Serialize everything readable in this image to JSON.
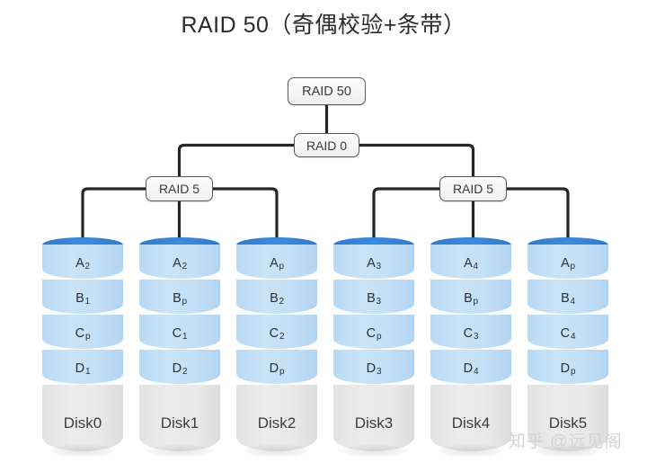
{
  "title": "RAID 50（奇偶校验+条带）",
  "nodes": {
    "root": "RAID 50",
    "stripe": "RAID 0",
    "group_left": "RAID 5",
    "group_right": "RAID 5"
  },
  "disks": [
    {
      "name": "Disk0",
      "blocks": [
        {
          "text": "A2",
          "base": "A",
          "sub": "2"
        },
        {
          "text": "B1",
          "base": "B",
          "sub": "1"
        },
        {
          "text": "Cp",
          "base": "C",
          "sub": "p"
        },
        {
          "text": "D1",
          "base": "D",
          "sub": "1"
        }
      ]
    },
    {
      "name": "Disk1",
      "blocks": [
        {
          "text": "A2",
          "base": "A",
          "sub": "2"
        },
        {
          "text": "Bp",
          "base": "B",
          "sub": "p"
        },
        {
          "text": "C1",
          "base": "C",
          "sub": "1"
        },
        {
          "text": "D2",
          "base": "D",
          "sub": "2"
        }
      ]
    },
    {
      "name": "Disk2",
      "blocks": [
        {
          "text": "Ap",
          "base": "A",
          "sub": "p"
        },
        {
          "text": "B2",
          "base": "B",
          "sub": "2"
        },
        {
          "text": "C2",
          "base": "C",
          "sub": "2"
        },
        {
          "text": "Dp",
          "base": "D",
          "sub": "p"
        }
      ]
    },
    {
      "name": "Disk3",
      "blocks": [
        {
          "text": "A3",
          "base": "A",
          "sub": "3"
        },
        {
          "text": "B3",
          "base": "B",
          "sub": "3"
        },
        {
          "text": "Cp",
          "base": "C",
          "sub": "p"
        },
        {
          "text": "D3",
          "base": "D",
          "sub": "3"
        }
      ]
    },
    {
      "name": "Disk4",
      "blocks": [
        {
          "text": "A4",
          "base": "A",
          "sub": "4"
        },
        {
          "text": "Bp",
          "base": "B",
          "sub": "p"
        },
        {
          "text": "C3",
          "base": "C",
          "sub": "3"
        },
        {
          "text": "D4",
          "base": "D",
          "sub": "4"
        }
      ]
    },
    {
      "name": "Disk5",
      "blocks": [
        {
          "text": "Ap",
          "base": "A",
          "sub": "p"
        },
        {
          "text": "B4",
          "base": "B",
          "sub": "4"
        },
        {
          "text": "C4",
          "base": "C",
          "sub": "4"
        },
        {
          "text": "Dp",
          "base": "D",
          "sub": "p"
        }
      ]
    }
  ],
  "watermark": "知乎 @远见阁",
  "colors": {
    "disk_top": "#2e78cd",
    "disk_band": "#c4e0f7",
    "disk_tail": "#e9e9e9",
    "wire": "#262626",
    "node_border": "#59595b",
    "title_text": "#2b2b2b"
  },
  "layout": {
    "disk_left_positions": [
      47,
      155,
      263,
      371,
      479,
      587
    ],
    "disk_width": 90
  }
}
